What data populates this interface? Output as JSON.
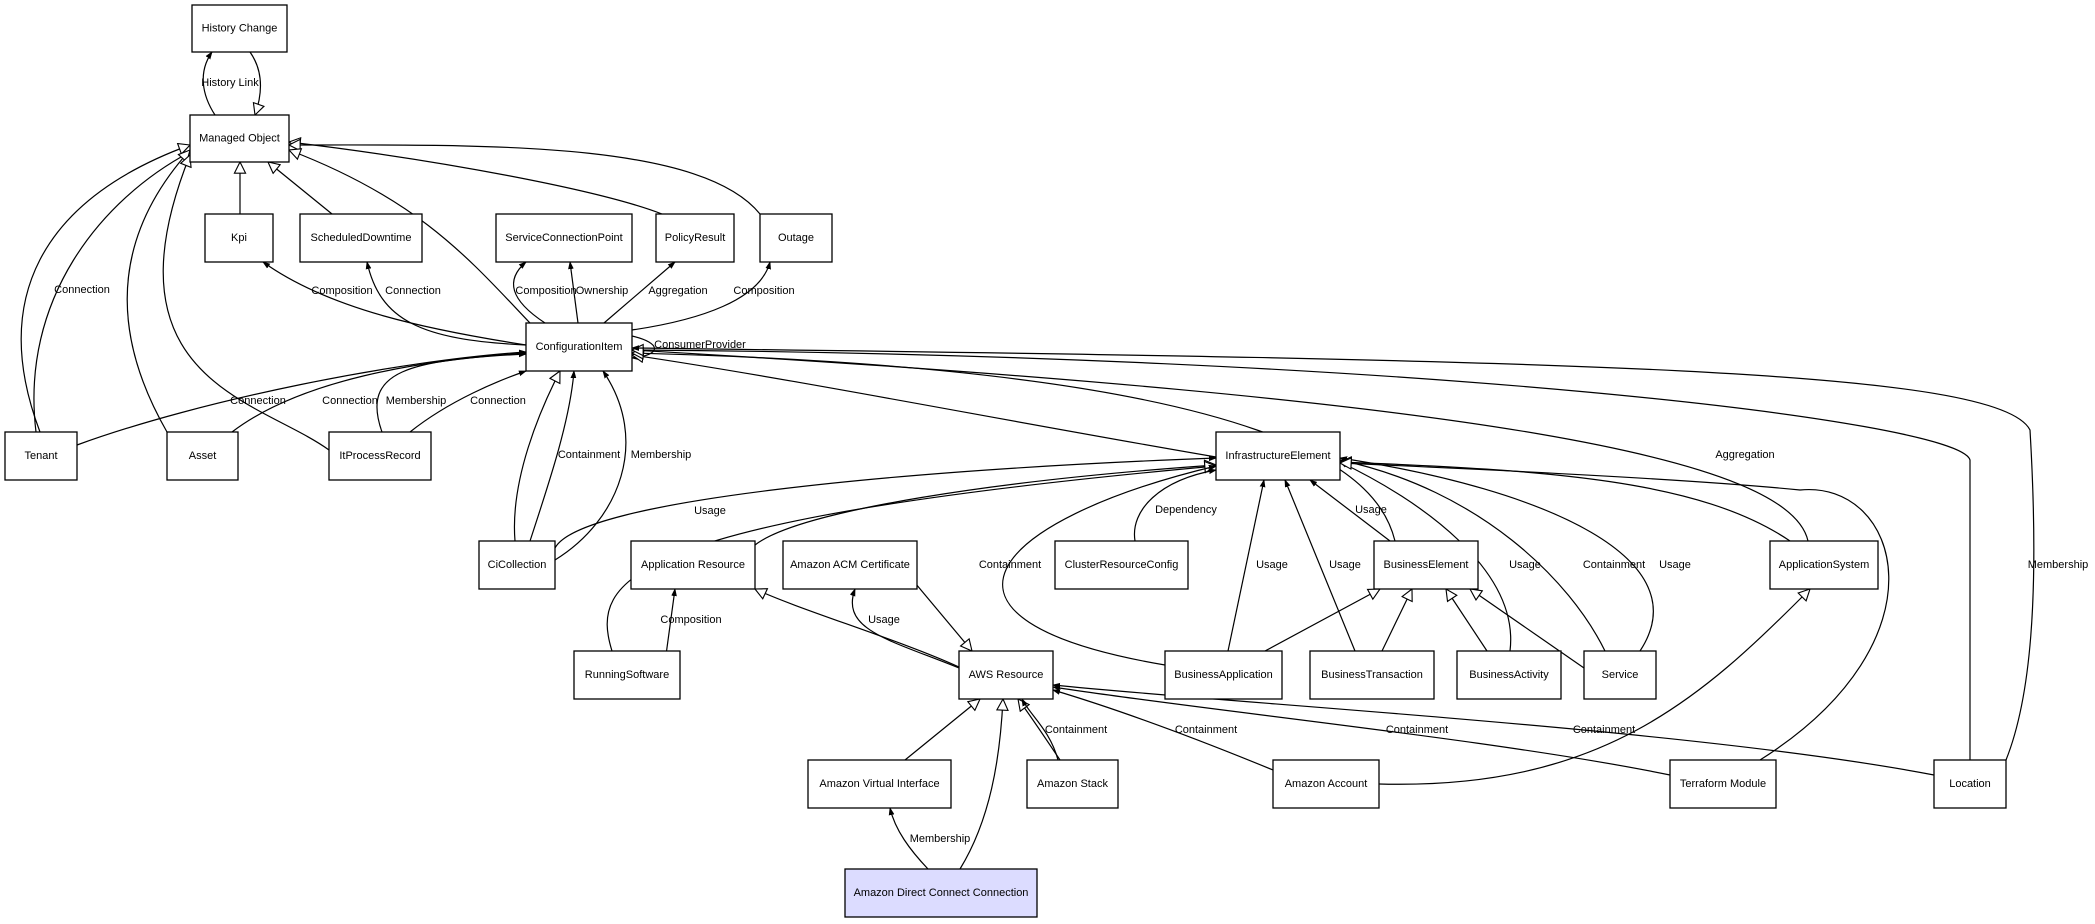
{
  "colors": {
    "node_fill": "#ffffff",
    "highlight_fill": "#dcdcff",
    "stroke": "#000000"
  },
  "nodes": [
    {
      "id": "history_change",
      "label": "History Change"
    },
    {
      "id": "managed_object",
      "label": "Managed Object"
    },
    {
      "id": "kpi",
      "label": "Kpi"
    },
    {
      "id": "scheduled_downtime",
      "label": "ScheduledDowntime"
    },
    {
      "id": "service_connection_point",
      "label": "ServiceConnectionPoint"
    },
    {
      "id": "policy_result",
      "label": "PolicyResult"
    },
    {
      "id": "outage",
      "label": "Outage"
    },
    {
      "id": "configuration_item",
      "label": "ConfigurationItem"
    },
    {
      "id": "tenant",
      "label": "Tenant"
    },
    {
      "id": "asset",
      "label": "Asset"
    },
    {
      "id": "it_process_record",
      "label": "ItProcessRecord"
    },
    {
      "id": "infrastructure_element",
      "label": "InfrastructureElement"
    },
    {
      "id": "ci_collection",
      "label": "CiCollection"
    },
    {
      "id": "application_resource",
      "label": "Application Resource"
    },
    {
      "id": "amazon_acm_certificate",
      "label": "Amazon ACM Certificate"
    },
    {
      "id": "cluster_resource_config",
      "label": "ClusterResourceConfig"
    },
    {
      "id": "business_element",
      "label": "BusinessElement"
    },
    {
      "id": "application_system",
      "label": "ApplicationSystem"
    },
    {
      "id": "running_software",
      "label": "RunningSoftware"
    },
    {
      "id": "aws_resource",
      "label": "AWS Resource"
    },
    {
      "id": "business_application",
      "label": "BusinessApplication"
    },
    {
      "id": "business_transaction",
      "label": "BusinessTransaction"
    },
    {
      "id": "business_activity",
      "label": "BusinessActivity"
    },
    {
      "id": "service",
      "label": "Service"
    },
    {
      "id": "amazon_virtual_interface",
      "label": "Amazon Virtual Interface"
    },
    {
      "id": "amazon_stack",
      "label": "Amazon Stack"
    },
    {
      "id": "amazon_account",
      "label": "Amazon Account"
    },
    {
      "id": "terraform_module",
      "label": "Terraform Module"
    },
    {
      "id": "location",
      "label": "Location"
    },
    {
      "id": "amazon_direct_connect_connection",
      "label": "Amazon Direct Connect Connection",
      "highlighted": true
    }
  ],
  "edges": [
    {
      "from": "managed_object",
      "to": "history_change",
      "label": "History Link",
      "arrow": "filled"
    },
    {
      "from": "history_change",
      "to": "managed_object",
      "label": "",
      "arrow": "hollow"
    },
    {
      "from": "kpi",
      "to": "managed_object",
      "label": "",
      "arrow": "hollow"
    },
    {
      "from": "scheduled_downtime",
      "to": "managed_object",
      "label": "",
      "arrow": "hollow"
    },
    {
      "from": "policy_result",
      "to": "managed_object",
      "label": "",
      "arrow": "hollow"
    },
    {
      "from": "outage",
      "to": "managed_object",
      "label": "",
      "arrow": "hollow"
    },
    {
      "from": "configuration_item",
      "to": "managed_object",
      "label": "",
      "arrow": "hollow"
    },
    {
      "from": "tenant",
      "to": "managed_object",
      "label": "",
      "arrow": "hollow"
    },
    {
      "from": "tenant",
      "to": "managed_object",
      "label": "Connection",
      "arrow": "filled"
    },
    {
      "from": "asset",
      "to": "managed_object",
      "label": "",
      "arrow": "hollow"
    },
    {
      "from": "it_process_record",
      "to": "managed_object",
      "label": "",
      "arrow": "hollow"
    },
    {
      "from": "configuration_item",
      "to": "kpi",
      "label": "Composition",
      "arrow": "filled"
    },
    {
      "from": "configuration_item",
      "to": "scheduled_downtime",
      "label": "Connection",
      "arrow": "filled"
    },
    {
      "from": "configuration_item",
      "to": "service_connection_point",
      "label": "Composition",
      "arrow": "filled"
    },
    {
      "from": "configuration_item",
      "to": "service_connection_point",
      "label": "Ownership",
      "arrow": "filled"
    },
    {
      "from": "configuration_item",
      "to": "policy_result",
      "label": "Aggregation",
      "arrow": "filled"
    },
    {
      "from": "configuration_item",
      "to": "outage",
      "label": "Composition",
      "arrow": "filled"
    },
    {
      "from": "configuration_item",
      "to": "configuration_item",
      "label": "ConsumerProvider",
      "arrow": "filled"
    },
    {
      "from": "tenant",
      "to": "configuration_item",
      "label": "Connection",
      "arrow": "filled"
    },
    {
      "from": "asset",
      "to": "configuration_item",
      "label": "Connection",
      "arrow": "filled"
    },
    {
      "from": "it_process_record",
      "to": "configuration_item",
      "label": "Membership",
      "arrow": "filled"
    },
    {
      "from": "it_process_record",
      "to": "configuration_item",
      "label": "Connection",
      "arrow": "filled"
    },
    {
      "from": "ci_collection",
      "to": "configuration_item",
      "label": "",
      "arrow": "hollow"
    },
    {
      "from": "ci_collection",
      "to": "configuration_item",
      "label": "Containment",
      "arrow": "filled"
    },
    {
      "from": "ci_collection",
      "to": "configuration_item",
      "label": "Membership",
      "arrow": "filled"
    },
    {
      "from": "infrastructure_element",
      "to": "configuration_item",
      "label": "",
      "arrow": "hollow"
    },
    {
      "from": "business_element",
      "to": "configuration_item",
      "label": "",
      "arrow": "hollow"
    },
    {
      "from": "application_system",
      "to": "configuration_item",
      "label": "Aggregation",
      "arrow": "filled"
    },
    {
      "from": "location",
      "to": "configuration_item",
      "label": "",
      "arrow": "hollow"
    },
    {
      "from": "location",
      "to": "configuration_item",
      "label": "Membership",
      "arrow": "filled"
    },
    {
      "from": "ci_collection",
      "to": "infrastructure_element",
      "label": "Usage",
      "arrow": "filled"
    },
    {
      "from": "application_resource",
      "to": "infrastructure_element",
      "label": "",
      "arrow": "hollow"
    },
    {
      "from": "running_software",
      "to": "infrastructure_element",
      "label": "",
      "arrow": "hollow"
    },
    {
      "from": "cluster_resource_config",
      "to": "infrastructure_element",
      "label": "Dependency",
      "arrow": "filled"
    },
    {
      "from": "business_application",
      "to": "infrastructure_element",
      "label": "Containment",
      "arrow": "filled"
    },
    {
      "from": "business_application",
      "to": "infrastructure_element",
      "label": "Usage",
      "arrow": "filled"
    },
    {
      "from": "business_transaction",
      "to": "infrastructure_element",
      "label": "Usage",
      "arrow": "filled"
    },
    {
      "from": "business_element",
      "to": "infrastructure_element",
      "label": "Usage",
      "arrow": "filled"
    },
    {
      "from": "business_activity",
      "to": "infrastructure_element",
      "label": "Usage",
      "arrow": "filled"
    },
    {
      "from": "service",
      "to": "infrastructure_element",
      "label": "Containment",
      "arrow": "filled"
    },
    {
      "from": "service",
      "to": "infrastructure_element",
      "label": "Usage",
      "arrow": "filled"
    },
    {
      "from": "application_system",
      "to": "infrastructure_element",
      "label": "",
      "arrow": "hollow"
    },
    {
      "from": "terraform_module",
      "to": "infrastructure_element",
      "label": "",
      "arrow": "hollow"
    },
    {
      "from": "business_application",
      "to": "business_element",
      "label": "",
      "arrow": "hollow"
    },
    {
      "from": "business_transaction",
      "to": "business_element",
      "label": "",
      "arrow": "hollow"
    },
    {
      "from": "business_activity",
      "to": "business_element",
      "label": "",
      "arrow": "hollow"
    },
    {
      "from": "service",
      "to": "business_element",
      "label": "",
      "arrow": "hollow"
    },
    {
      "from": "amazon_account",
      "to": "application_system",
      "label": "",
      "arrow": "hollow"
    },
    {
      "from": "running_software",
      "to": "application_resource",
      "label": "Composition",
      "arrow": "filled"
    },
    {
      "from": "aws_resource",
      "to": "application_resource",
      "label": "",
      "arrow": "hollow"
    },
    {
      "from": "aws_resource",
      "to": "amazon_acm_certificate",
      "label": "Usage",
      "arrow": "filled"
    },
    {
      "from": "amazon_acm_certificate",
      "to": "aws_resource",
      "label": "",
      "arrow": "hollow"
    },
    {
      "from": "amazon_virtual_interface",
      "to": "aws_resource",
      "label": "",
      "arrow": "hollow"
    },
    {
      "from": "amazon_stack",
      "to": "aws_resource",
      "label": "",
      "arrow": "hollow"
    },
    {
      "from": "amazon_stack",
      "to": "aws_resource",
      "label": "Containment",
      "arrow": "filled"
    },
    {
      "from": "amazon_account",
      "to": "aws_resource",
      "label": "Containment",
      "arrow": "filled"
    },
    {
      "from": "terraform_module",
      "to": "aws_resource",
      "label": "Containment",
      "arrow": "filled"
    },
    {
      "from": "location",
      "to": "aws_resource",
      "label": "Containment",
      "arrow": "filled"
    },
    {
      "from": "amazon_direct_connect_connection",
      "to": "aws_resource",
      "label": "",
      "arrow": "hollow"
    },
    {
      "from": "amazon_direct_connect_connection",
      "to": "amazon_virtual_interface",
      "label": "Membership",
      "arrow": "filled"
    }
  ]
}
